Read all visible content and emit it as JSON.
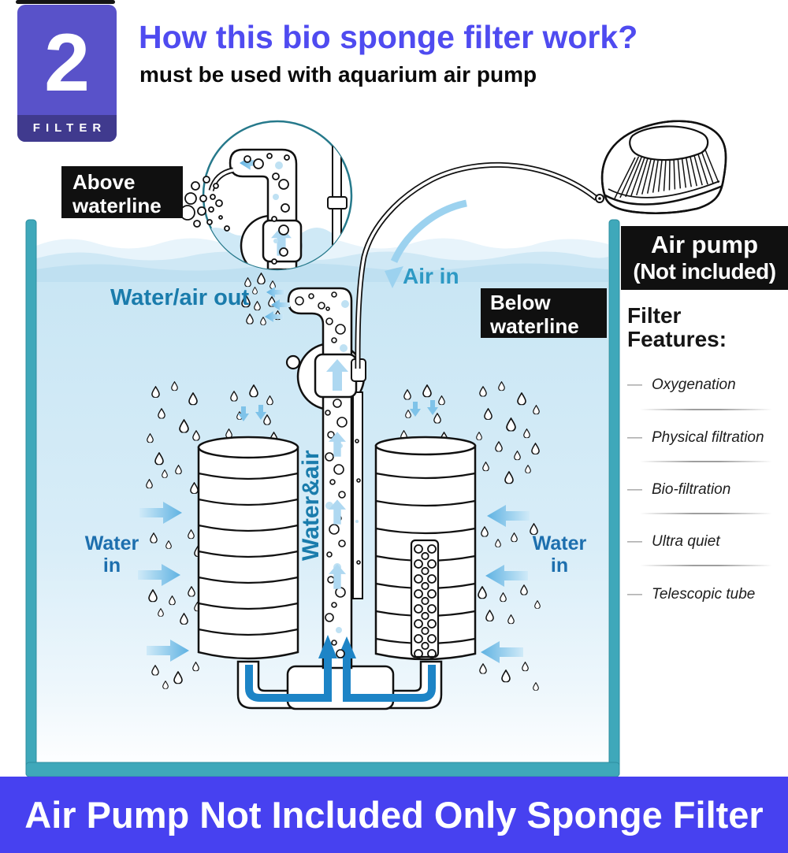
{
  "badge": {
    "number": "2",
    "label": "FILTER"
  },
  "header": {
    "title": "How this bio sponge filter work?",
    "subtitle": "must be used with aquarium air pump"
  },
  "callouts": {
    "above_waterline": {
      "line1": "Above",
      "line2": "waterline"
    },
    "below_waterline": {
      "line1": "Below",
      "line2": "waterline"
    },
    "air_pump": {
      "line1": "Air pump",
      "line2": "(Not included)"
    }
  },
  "diagram_labels": {
    "air_in": "Air in",
    "water_air_out": "Water/air out",
    "water_in": {
      "line1": "Water",
      "line2": "in"
    },
    "water_and_air": "Water&air"
  },
  "features": {
    "heading_line1": "Filter",
    "heading_line2": "Features:",
    "bullet": "—",
    "items": [
      "Oxygenation",
      "Physical filtration",
      "Bio-filtration",
      "Ultra quiet",
      "Telescopic tube"
    ]
  },
  "banner": {
    "text": "Air Pump Not Included Only Sponge Filter"
  },
  "colors": {
    "title_blue": "#4f4bf0",
    "banner_blue": "#4741f0",
    "badge_purple": "#5952c9",
    "tank_teal": "#3fa8ba",
    "label_teal": "#1a7cac",
    "water_blue": "#cfe9f6",
    "flow_blue": "#1d84c6",
    "callout_black": "#101010"
  }
}
